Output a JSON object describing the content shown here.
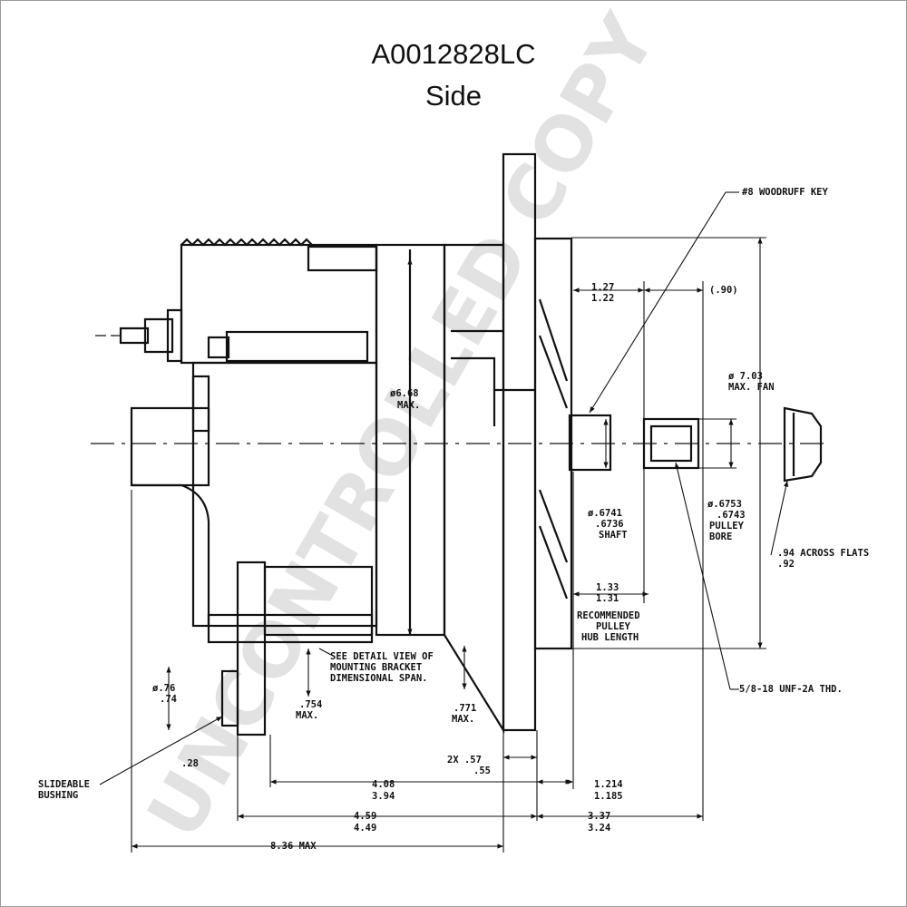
{
  "header": {
    "title": "A0012828LC",
    "subtitle": "Side"
  },
  "watermark": "UNCONTROLLED COPY",
  "labels": {
    "woodruff_key": "#8 WOODRUFF KEY",
    "dim_127": "1.27",
    "dim_122": "1.22",
    "dim_90": "(.90)",
    "dia_703": "ø 7.03",
    "max_fan": "MAX. FAN",
    "dia_668": "ø6.68",
    "max_a": "MAX.",
    "shaft_a": "ø.6741",
    "shaft_b": ".6736",
    "shaft_c": "SHAFT",
    "bore_a": "ø.6753",
    "bore_b": ".6743",
    "bore_c": "PULLEY",
    "bore_d": "BORE",
    "flats_a": ".94 ACROSS FLATS",
    "flats_b": ".92",
    "hub_133": "1.33",
    "hub_131": "1.31",
    "hub_l1": "RECOMMENDED",
    "hub_l2": "PULLEY",
    "hub_l3": "HUB LENGTH",
    "thread": "5/8-18 UNF-2A THD.",
    "detail_1": "SEE DETAIL VIEW OF",
    "detail_2": "MOUNTING BRACKET",
    "detail_3": "DIMENSIONAL SPAN.",
    "dia_76": "ø.76",
    "dia_74": ".74",
    "v754": ".754",
    "v754max": "MAX.",
    "v771": ".771",
    "v771max": "MAX.",
    "v2x": "2X .57",
    "v55": ".55",
    "slide_1": "SLIDEABLE",
    "slide_2": "BUSHING",
    "v28": ".28",
    "d408": "4.08",
    "d394": "3.94",
    "d1214": "1.214",
    "d1185": "1.185",
    "d459": "4.59",
    "d449": "4.49",
    "d337": "3.37",
    "d324": "3.24",
    "d836": "8.36 MAX"
  }
}
